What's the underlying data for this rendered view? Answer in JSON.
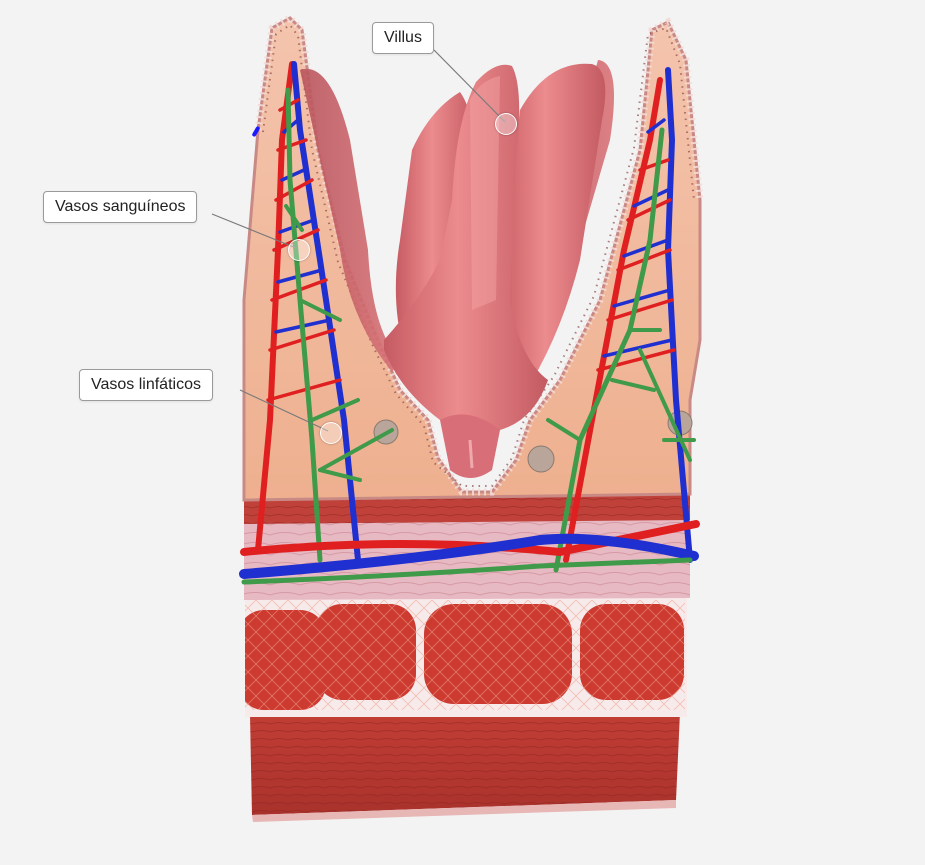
{
  "labels": {
    "villus": "Villus",
    "blood_vessels": "Vasos sanguíneos",
    "lymph_vessels": "Vasos linfáticos"
  },
  "colors": {
    "background": "#f3f3f3",
    "artery": "#e02020",
    "vein": "#1f2fd0",
    "lymph": "#3f9a4a",
    "mucosa": "#efb59a",
    "villus": "#e07a7a",
    "muscle": "#b8302a",
    "submucosa": "#e8bcc4"
  },
  "icons": {
    "pin": "callout-anchor-pin"
  }
}
